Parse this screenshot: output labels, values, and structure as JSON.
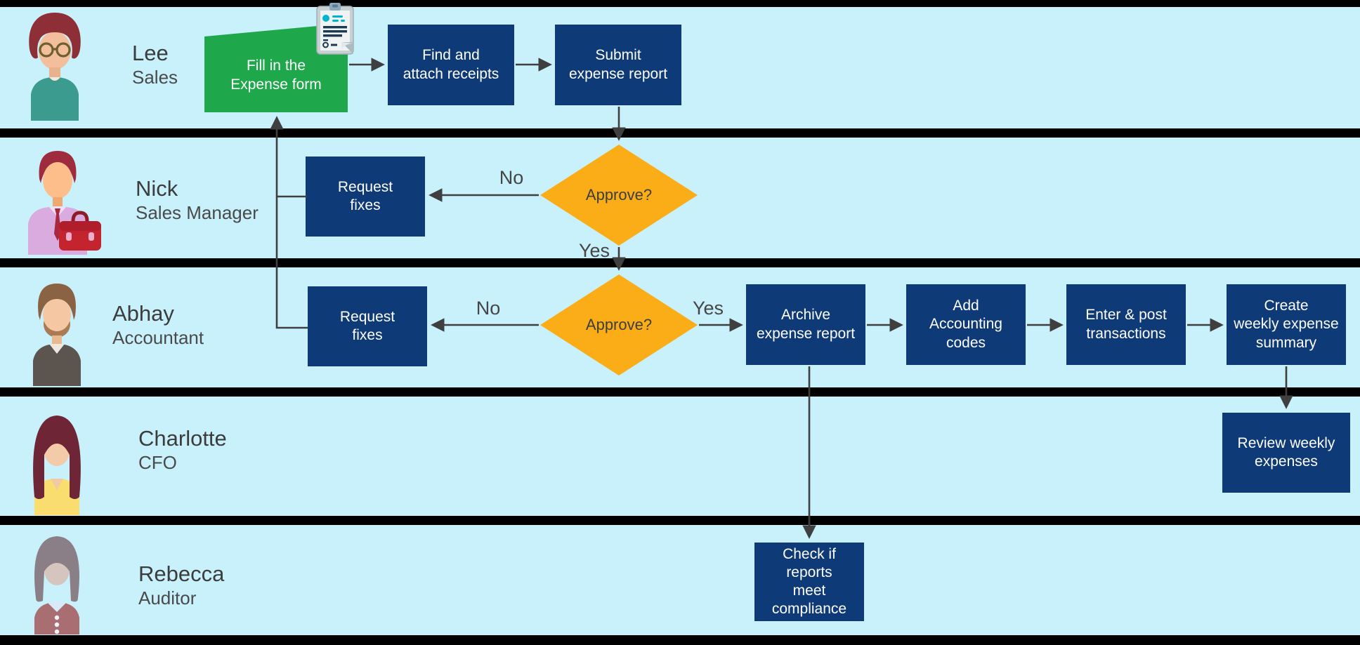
{
  "diagram_title": "Expense report approval swimlane flowchart",
  "colors": {
    "background": "#C9F1FB",
    "lane_divider": "#010101",
    "process_fill": "#0E3A78",
    "process_text": "#FFFFFF",
    "start_fill": "#1EA84B",
    "decision_fill": "#FBAD18",
    "decision_text": "#3E3E3E",
    "connector": "#3F3F3F",
    "label_text": "#3C3C3C"
  },
  "lanes": [
    {
      "name": "Lee",
      "role": "Sales",
      "avatar": "man-red-hair-glasses-teal-shirt"
    },
    {
      "name": "Nick",
      "role": "Sales Manager",
      "avatar": "man-lavender-shirt-tie-red-briefcase"
    },
    {
      "name": "Abhay",
      "role": "Accountant",
      "avatar": "man-beard-dark-sweater"
    },
    {
      "name": "Charlotte",
      "role": "CFO",
      "avatar": "woman-long-hair-yellow-top"
    },
    {
      "name": "Rebecca",
      "role": "Auditor",
      "avatar": "woman-gray-bob-mauve-top"
    }
  ],
  "icons": {
    "attachment": "clipboard-icon"
  },
  "nodes": {
    "fill_form": {
      "label": "Fill in the\nExpense form",
      "type": "start"
    },
    "find_receipts": {
      "label": "Find and\nattach receipts",
      "type": "process"
    },
    "submit_report": {
      "label": "Submit\nexpense report",
      "type": "process"
    },
    "request_fixes_nick": {
      "label": "Request\nfixes",
      "type": "process"
    },
    "approve_nick": {
      "label": "Approve?",
      "type": "decision"
    },
    "request_fixes_abhay": {
      "label": "Request\nfixes",
      "type": "process"
    },
    "approve_abhay": {
      "label": "Approve?",
      "type": "decision"
    },
    "archive_report": {
      "label": "Archive\nexpense report",
      "type": "process"
    },
    "accounting_codes": {
      "label": "Add\nAccounting\ncodes",
      "type": "process"
    },
    "post_transactions": {
      "label": "Enter & post\ntransactions",
      "type": "process"
    },
    "weekly_summary": {
      "label": "Create\nweekly expense\nsummary",
      "type": "process"
    },
    "review_expenses": {
      "label": "Review weekly\nexpenses",
      "type": "process"
    },
    "check_compliance": {
      "label": "Check if\nreports\nmeet\ncompliance",
      "type": "process"
    }
  },
  "edge_labels": {
    "no_nick": "No",
    "yes_nick": "Yes",
    "no_abhay": "No",
    "yes_abhay": "Yes"
  }
}
